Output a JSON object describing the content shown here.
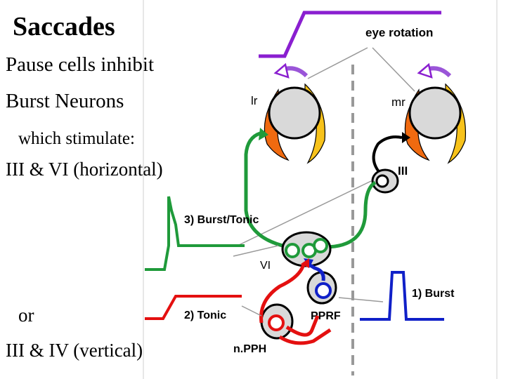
{
  "slide": {
    "title": "Saccades",
    "lines": [
      "Pause cells inhibit",
      "Burst Neurons",
      "which stimulate:",
      "III & VI (horizontal)",
      "or",
      "III & IV (vertical)"
    ]
  },
  "diagram": {
    "labels": {
      "eye_rotation": "eye rotation",
      "lr": "lr",
      "mr": "mr",
      "nucleus_iii": "III",
      "burst_tonic": "3) Burst/Tonic",
      "nucleus_vi": "VI",
      "burst": "1) Burst",
      "tonic": "2) Tonic",
      "pprf": "PPRF",
      "npph": "n.PPH"
    },
    "colors": {
      "eye_rotation_trace": "#8a1fd0",
      "burst_tonic_trace": "#1f9a3a",
      "tonic_trace": "#e41010",
      "burst_trace": "#1020c8",
      "muscle_orange": "#f06a10",
      "muscle_yellow": "#f7c21a",
      "eye_gray": "#d9d9d9",
      "midline_dash": "#999999"
    }
  }
}
